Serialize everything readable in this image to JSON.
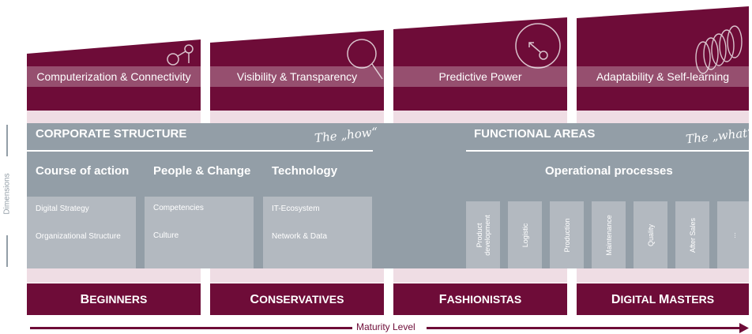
{
  "stages": [
    {
      "label": "Computerization & Connectivity",
      "icon": "connection-icon"
    },
    {
      "label": "Visibility & Transparency",
      "icon": "magnifier-icon"
    },
    {
      "label": "Predictive Power",
      "icon": "gauge-icon"
    },
    {
      "label": "Adaptability & Self-learning",
      "icon": "spring-icon"
    }
  ],
  "corporate": {
    "title": "CORPORATE STRUCTURE",
    "tagline": "The „how“",
    "columns": [
      {
        "title": "Course of action",
        "items": [
          "Digital Strategy",
          "Organizational Structure"
        ]
      },
      {
        "title": "People & Change",
        "items": [
          "Competencies",
          "Culture"
        ]
      },
      {
        "title": "Technology",
        "items": [
          "IT-Ecosystem",
          "Network & Data"
        ]
      }
    ]
  },
  "functional": {
    "title": "FUNCTIONAL AREAS",
    "tagline": "The „what“",
    "subtitle": "Operational processes",
    "processes": [
      "Product development",
      "Logistic",
      "Production",
      "Maintenance",
      "Quality",
      "After Sales",
      "..."
    ]
  },
  "maturity": {
    "levels": [
      {
        "first": "B",
        "rest": "EGINNERS"
      },
      {
        "first": "C",
        "rest": "ONSERVATIVES"
      },
      {
        "first": "F",
        "rest": "ASHIONISTAS"
      },
      {
        "first": "D",
        "rest": "IGITAL ",
        "first2": "M",
        "rest2": "ASTERS"
      }
    ],
    "axis_label": "Maturity Level"
  },
  "side_label": "Dimensions",
  "colors": {
    "wine": "#6e0c38",
    "pink": "#efdde4",
    "gray": "#939ea7",
    "card": "#b3b9c0"
  }
}
